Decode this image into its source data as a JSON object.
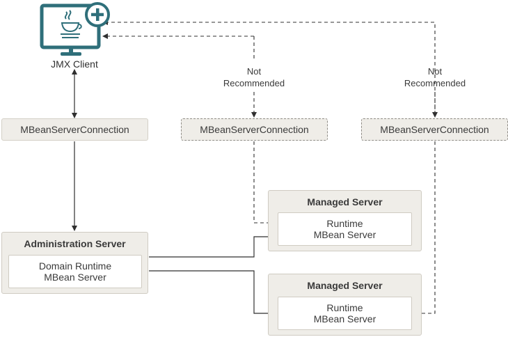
{
  "client": {
    "label": "JMX Client"
  },
  "connections": [
    {
      "label": "MBeanServerConnection"
    },
    {
      "label": "MBeanServerConnection"
    },
    {
      "label": "MBeanServerConnection"
    }
  ],
  "not_recommended": [
    {
      "line1": "Not",
      "line2": "Recommended"
    },
    {
      "line1": "Not",
      "line2": "Recommended"
    }
  ],
  "admin_server": {
    "title": "Administration Server",
    "inner_line1": "Domain Runtime",
    "inner_line2": "MBean Server"
  },
  "managed_servers": [
    {
      "title": "Managed Server",
      "inner_line1": "Runtime",
      "inner_line2": "MBean Server"
    },
    {
      "title": "Managed Server",
      "inner_line1": "Runtime",
      "inner_line2": "MBean Server"
    }
  ],
  "colors": {
    "monitor": "#2f6f7a",
    "box_fill": "#efede8",
    "line": "#2f2f2f"
  },
  "icons": [
    "monitor-icon",
    "java-cup-icon",
    "plus-circle-icon"
  ]
}
